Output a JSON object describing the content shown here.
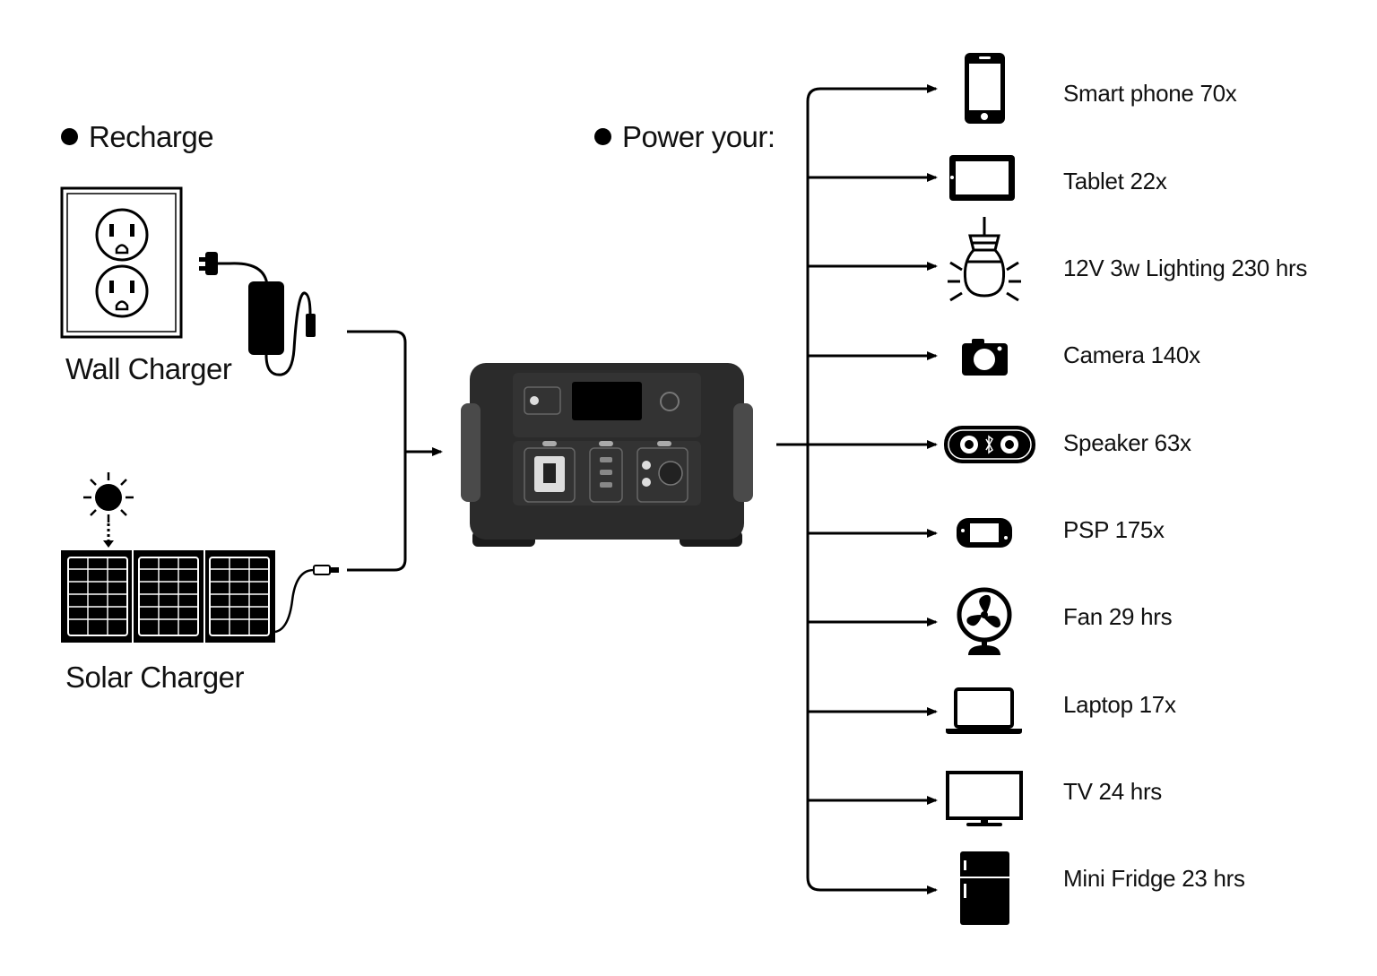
{
  "recharge": {
    "heading": "Recharge",
    "sources": [
      {
        "label": "Wall Charger",
        "icon": "wall-outlet-adapter-icon"
      },
      {
        "label": "Solar Charger",
        "icon": "solar-panel-icon"
      }
    ]
  },
  "power": {
    "heading": "Power your:",
    "devices": [
      {
        "label": "Smart phone  70x",
        "icon": "smartphone-icon"
      },
      {
        "label": "Tablet  22x",
        "icon": "tablet-icon"
      },
      {
        "label": "12V 3w Lighting  230 hrs",
        "icon": "lamp-icon"
      },
      {
        "label": "Camera  140x",
        "icon": "camera-icon"
      },
      {
        "label": "Speaker 63x",
        "icon": "speaker-icon"
      },
      {
        "label": "PSP  175x",
        "icon": "game-console-icon"
      },
      {
        "label": "Fan 29 hrs",
        "icon": "fan-icon"
      },
      {
        "label": "Laptop  17x",
        "icon": "laptop-icon"
      },
      {
        "label": "TV  24 hrs",
        "icon": "tv-icon"
      },
      {
        "label": "Mini Fridge  23 hrs",
        "icon": "fridge-icon"
      }
    ]
  },
  "colors": {
    "ink": "#000000",
    "station_body": "#2b2b2b",
    "station_panel": "#3a3a3a"
  }
}
